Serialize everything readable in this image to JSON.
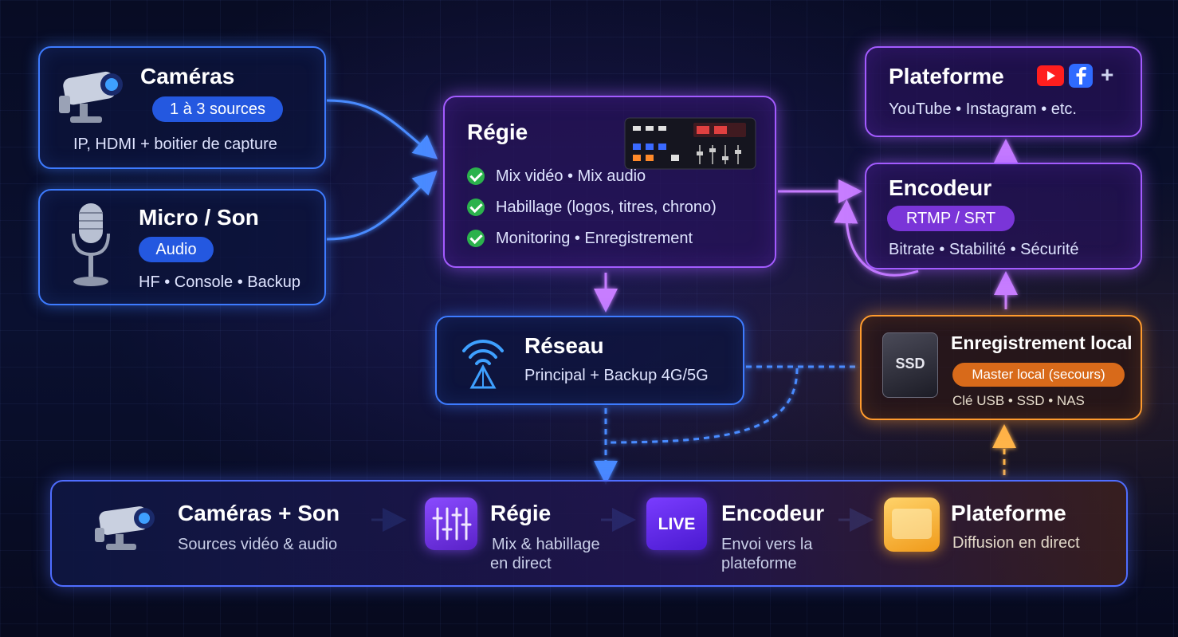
{
  "cameras": {
    "title": "Caméras",
    "badge": "1 à 3 sources",
    "subtitle": "IP, HDMI + boitier de capture"
  },
  "micro": {
    "title": "Micro / Son",
    "badge": "Audio",
    "subtitle": "HF • Console • Backup"
  },
  "regie": {
    "title": "Régie",
    "items": [
      "Mix vidéo • Mix audio",
      "Habillage (logos, titres, chrono)",
      "Monitoring • Enregistrement"
    ]
  },
  "plateforme": {
    "title": "Plateforme",
    "subtitle": "YouTube • Instagram • etc.",
    "plus": "+"
  },
  "encodeur": {
    "title": "Encodeur",
    "badge": "RTMP / SRT",
    "subtitle": "Bitrate • Stabilité • Sécurité"
  },
  "reseau": {
    "title": "Réseau",
    "subtitle": "Principal + Backup 4G/5G"
  },
  "enregistrement": {
    "title": "Enregistrement local",
    "badge": "Master local (secours)",
    "subtitle": "Clé USB • SSD • NAS",
    "ssd_label": "SSD"
  },
  "workflow": {
    "steps": [
      {
        "title": "Caméras + Son",
        "line1": "Sources vidéo & audio",
        "line2": ""
      },
      {
        "title": "Régie",
        "line1": "Mix & habillage",
        "line2": "en direct"
      },
      {
        "title": "Encodeur",
        "line1": "Envoi vers la",
        "line2": "plateforme"
      },
      {
        "title": "Plateforme",
        "line1": "Diffusion en direct",
        "line2": ""
      }
    ],
    "live_label": "LIVE"
  },
  "colors": {
    "blue": "#3d7bff",
    "purple": "#a35bff",
    "orange": "#ff9b2e",
    "check": "#2bb24c"
  }
}
